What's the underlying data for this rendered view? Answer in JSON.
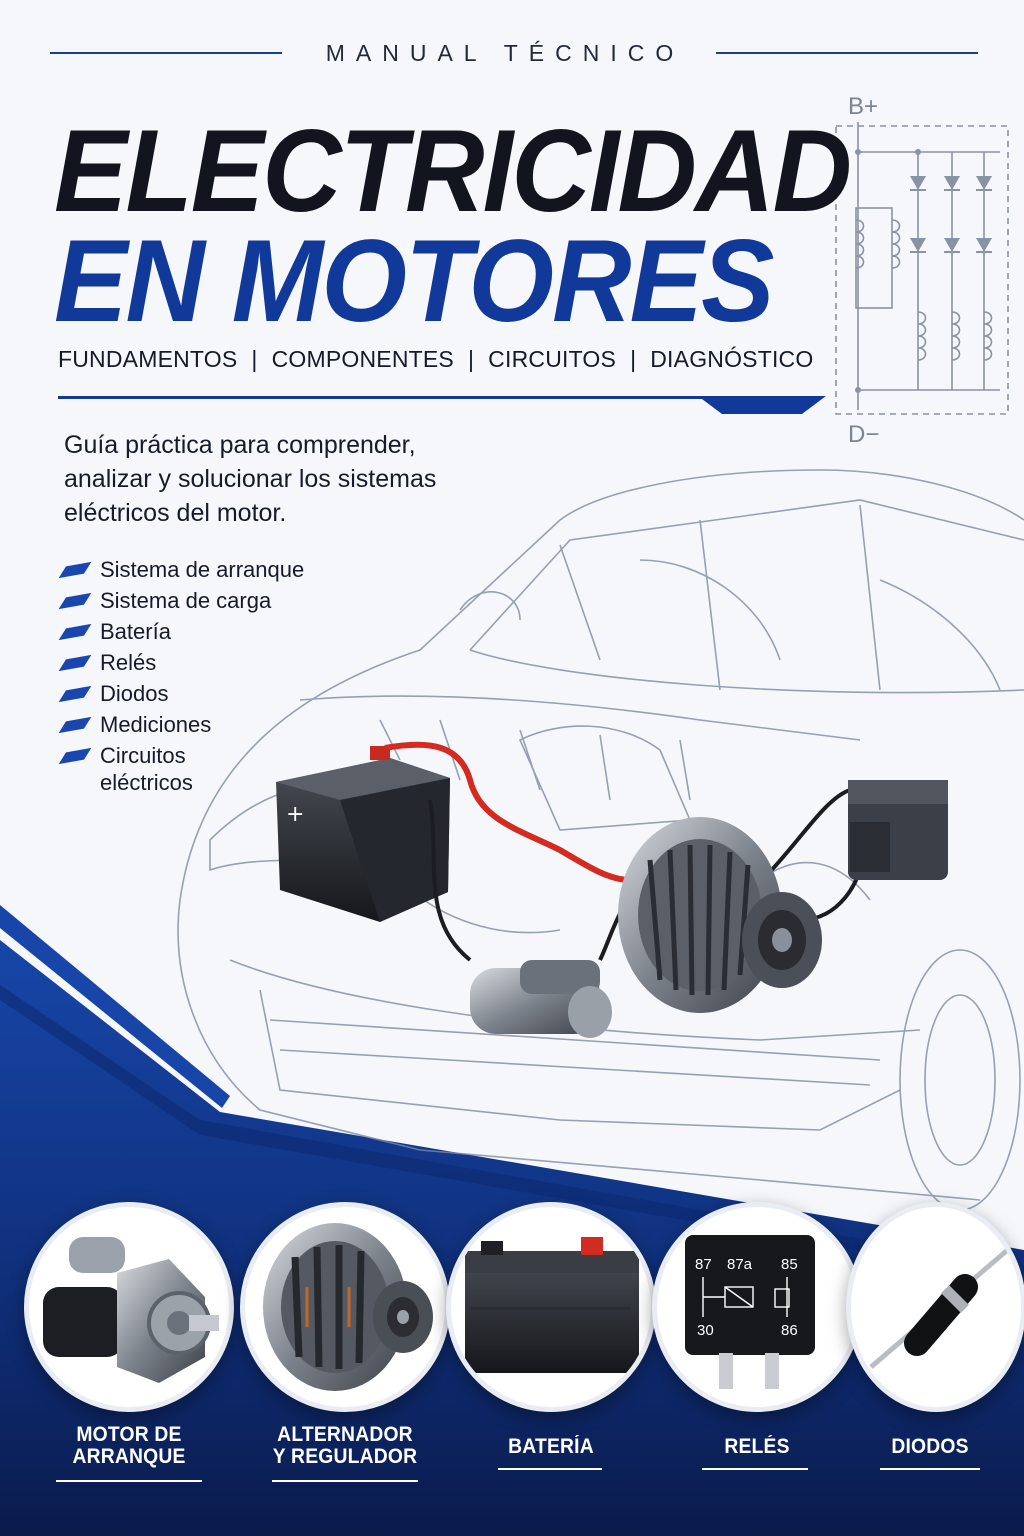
{
  "header": {
    "eyebrow": "MANUAL TÉCNICO",
    "title_line1": "ELECTRICIDAD",
    "title_line2": "EN MOTORES",
    "topics": [
      "FUNDAMENTOS",
      "COMPONENTES",
      "CIRCUITOS",
      "DIAGNÓSTICO"
    ],
    "topic_separator": "|"
  },
  "schematic": {
    "top_terminal": "B+",
    "bottom_terminal": "D−"
  },
  "intro": "Guía práctica para comprender, analizar y solucionar los sistemas eléctricos del motor.",
  "features": [
    "Sistema de arranque",
    "Sistema de carga",
    "Batería",
    "Relés",
    "Diodos",
    "Mediciones",
    "Circuitos eléctricos"
  ],
  "illustration": {
    "battery_symbol": "+"
  },
  "components": [
    {
      "line1": "MOTOR DE",
      "line2": "ARRANQUE",
      "icon": "starter-motor-icon"
    },
    {
      "line1": "ALTERNADOR",
      "line2": "Y REGULADOR",
      "icon": "alternator-icon"
    },
    {
      "line1": "BATERÍA",
      "line2": "",
      "icon": "battery-icon"
    },
    {
      "line1": "RELÉS",
      "line2": "",
      "icon": "relay-icon"
    },
    {
      "line1": "DIODOS",
      "line2": "",
      "icon": "diode-icon"
    }
  ],
  "relay_pins": [
    "87",
    "87a",
    "85",
    "30",
    "86"
  ],
  "colors": {
    "brand_blue": "#11399a",
    "dark_navy": "#0b1f55",
    "title_black": "#12151e",
    "wire_red": "#d42a1f"
  }
}
